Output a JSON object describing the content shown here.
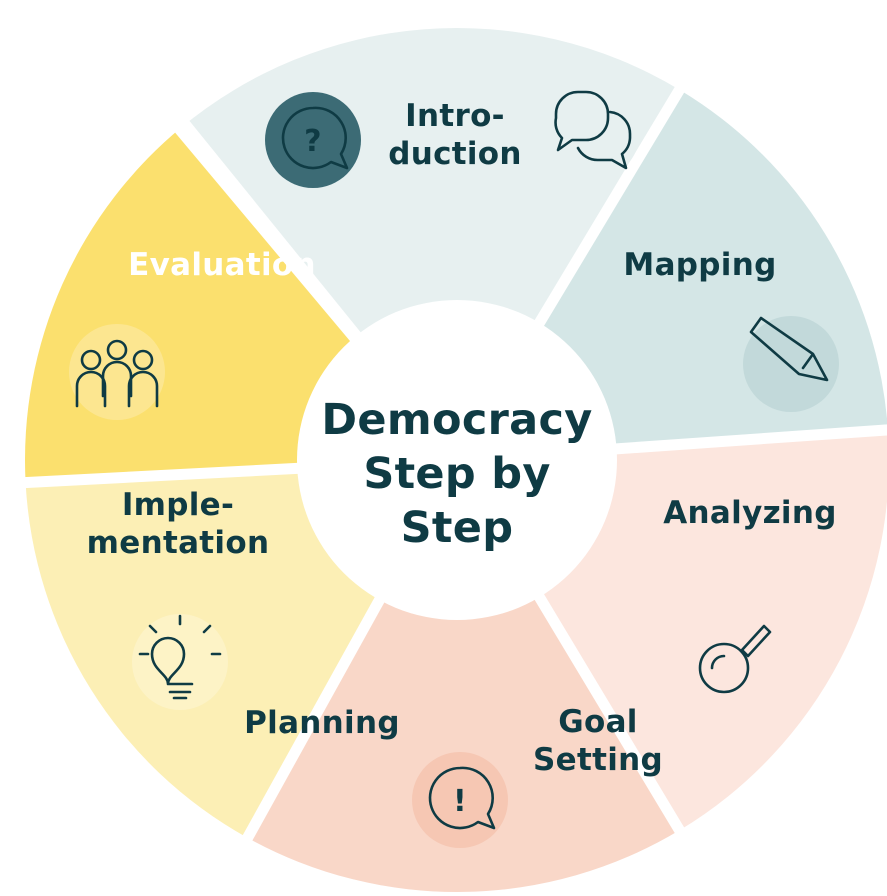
{
  "title": "Democracy Step by Step",
  "title_lines": [
    "Democracy",
    "Step by",
    "Step"
  ],
  "colors": {
    "text_dark": "#0f3b44",
    "text_light": "#ffffff",
    "gap": "#ffffff",
    "center": "#ffffff"
  },
  "segments": [
    {
      "id": "introduction",
      "lines": [
        "Intro-",
        "duction"
      ],
      "fill": "#e7f0f0",
      "text_color": "#0f3b44",
      "icon": "speech-bubbles-icon",
      "badge": "#e7f0f0"
    },
    {
      "id": "mapping",
      "lines": [
        "Mapping"
      ],
      "fill": "#d4e6e6",
      "text_color": "#0f3b44",
      "icon": "pencil-icon",
      "badge": "#c2d9da"
    },
    {
      "id": "analyzing",
      "lines": [
        "Analyzing"
      ],
      "fill": "#fce6de",
      "text_color": "#0f3b44",
      "icon": "magnifier-icon",
      "badge": "#fce6de"
    },
    {
      "id": "goal-setting",
      "lines": [
        "Goal",
        "Setting"
      ],
      "fill": "#f9d7c8",
      "text_color": "#0f3b44",
      "icon": "exclamation-bubble-icon",
      "badge": "#f6c7b3"
    },
    {
      "id": "planning",
      "lines": [
        "Planning"
      ],
      "fill": "#fcefb5",
      "text_color": "#0f3b44",
      "icon": "lightbulb-icon",
      "badge": "#fdf3c6"
    },
    {
      "id": "implementation",
      "lines": [
        "Imple-",
        "mentation"
      ],
      "fill": "#fbe06e",
      "text_color": "#0f3b44",
      "icon": "people-group-icon",
      "badge": "#fce690"
    },
    {
      "id": "evaluation",
      "lines": [
        "Evaluation"
      ],
      "fill": "#4b7a84",
      "text_color": "#ffffff",
      "icon": "question-bubble-icon",
      "badge": "#3c6b75"
    }
  ]
}
